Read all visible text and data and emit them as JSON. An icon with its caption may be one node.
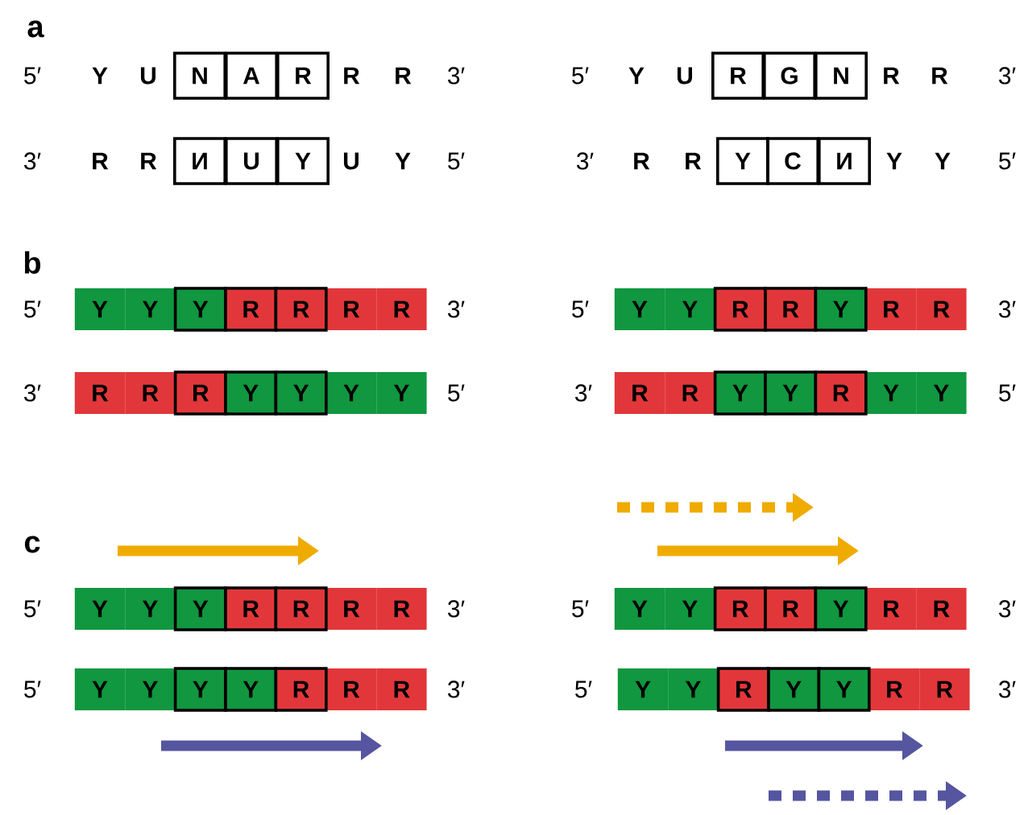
{
  "diagram": {
    "nodes": [
      {
        "text": [
          "N"
        ]
      },
      {
        "text": [
          "A"
        ]
      },
      {
        "text": [
          "R"
        ]
      },
      {
        "text": [
          "R"
        ]
      },
      {
        "text": [
          "G"
        ]
      },
      {
        "text": [
          "N"
        ]
      },
      {
        "text": [
          "И"
        ]
      },
      {
        "text": [
          "U"
        ]
      },
      {
        "text": [
          "Y"
        ]
      },
      {
        "text": [
          "Y"
        ]
      },
      {
        "text": [
          "C"
        ]
      },
      {
        "text": [
          "И"
        ]
      },
      {
        "text": [
          "Y"
        ]
      },
      {
        "text": [
          "Y"
        ]
      },
      {
        "text": [
          "Y"
        ]
      },
      {
        "text": [
          "R"
        ]
      },
      {
        "text": [
          "R"
        ]
      },
      {
        "text": [
          "R"
        ]
      },
      {
        "text": [
          "R"
        ]
      },
      {
        "text": [
          "Y"
        ]
      },
      {
        "text": [
          "Y"
        ]
      },
      {
        "text": [
          "R"
        ]
      },
      {
        "text": [
          "R"
        ]
      },
      {
        "text": [
          "Y"
        ]
      },
      {
        "text": [
          "R"
        ]
      },
      {
        "text": [
          "R"
        ]
      },
      {
        "text": [
          "R"
        ]
      },
      {
        "text": [
          "R"
        ]
      },
      {
        "text": [
          "R"
        ]
      },
      {
        "text": [
          "Y"
        ]
      },
      {
        "text": [
          "Y"
        ]
      },
      {
        "text": [
          "Y"
        ]
      },
      {
        "text": [
          "Y"
        ]
      },
      {
        "text": [
          "R"
        ]
      },
      {
        "text": [
          "R"
        ]
      },
      {
        "text": [
          "Y"
        ]
      },
      {
        "text": [
          "Y"
        ]
      },
      {
        "text": [
          "R"
        ]
      },
      {
        "text": [
          "Y"
        ]
      },
      {
        "text": [
          "Y"
        ]
      },
      {
        "text": [
          "Y"
        ]
      },
      {
        "text": [
          "Y"
        ]
      },
      {
        "text": [
          "Y"
        ]
      },
      {
        "text": [
          "R"
        ]
      },
      {
        "text": [
          "R"
        ]
      },
      {
        "text": [
          "R"
        ]
      },
      {
        "text": [
          "R"
        ]
      },
      {
        "text": [
          "Y"
        ]
      },
      {
        "text": [
          "Y"
        ]
      },
      {
        "text": [
          "R"
        ]
      },
      {
        "text": [
          "R"
        ]
      },
      {
        "text": [
          "Y"
        ]
      },
      {
        "text": [
          "R"
        ]
      },
      {
        "text": [
          "R"
        ]
      },
      {
        "text": [
          "Y"
        ]
      },
      {
        "text": [
          "Y"
        ]
      },
      {
        "text": [
          "Y"
        ]
      },
      {
        "text": [
          "Y"
        ]
      },
      {
        "text": [
          "R"
        ]
      },
      {
        "text": [
          "R"
        ]
      },
      {
        "text": [
          "R"
        ]
      },
      {
        "text": [
          "Y"
        ]
      },
      {
        "text": [
          "Y"
        ]
      },
      {
        "text": [
          "R"
        ]
      },
      {
        "text": [
          "Y"
        ]
      },
      {
        "text": [
          "Y"
        ]
      },
      {
        "text": [
          "R"
        ]
      },
      {
        "text": [
          "R"
        ]
      }
    ],
    "labels": [
      "a",
      "5′",
      "Y",
      "U",
      "R",
      "R",
      "3′",
      "5′",
      "Y",
      "U",
      "R",
      "R",
      "3′",
      "3′",
      "R",
      "R",
      "U",
      "Y",
      "5′",
      "3′",
      "R",
      "R",
      "Y",
      "Y",
      "5′",
      "b",
      "5′",
      "3′",
      "5′",
      "3′",
      "3′",
      "5′",
      "3′",
      "5′",
      "c",
      "5′",
      "3′",
      "5′",
      "3′",
      "5′",
      "3′",
      "5′",
      "3′"
    ]
  }
}
